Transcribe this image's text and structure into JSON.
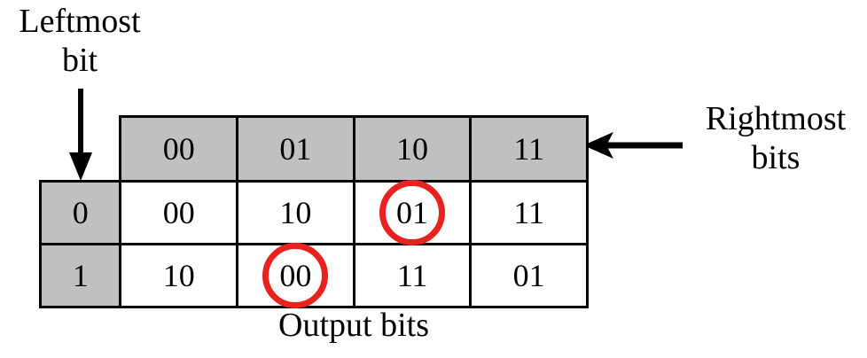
{
  "figure": {
    "title_bottom": "Output bits",
    "annotations": {
      "leftmost": {
        "line1": "Leftmost",
        "line2": "bit"
      },
      "rightmost": {
        "line1": "Rightmost",
        "line2": "bits"
      }
    },
    "icons": {
      "arrow_down": "arrow-down-icon",
      "arrow_left": "arrow-left-icon"
    },
    "colors": {
      "header_fill": "#c0c0c0",
      "cell_fill": "#ffffff",
      "border": "#000000",
      "highlight": "#e8221e",
      "text": "#000000"
    }
  },
  "table": {
    "corner_label": "",
    "column_headers": [
      "00",
      "01",
      "10",
      "11"
    ],
    "rows": [
      {
        "header": "0",
        "cells": [
          {
            "value": "00",
            "circled": false
          },
          {
            "value": "10",
            "circled": false
          },
          {
            "value": "01",
            "circled": true
          },
          {
            "value": "11",
            "circled": false
          }
        ]
      },
      {
        "header": "1",
        "cells": [
          {
            "value": "10",
            "circled": false
          },
          {
            "value": "00",
            "circled": true
          },
          {
            "value": "11",
            "circled": false
          },
          {
            "value": "01",
            "circled": false
          }
        ]
      }
    ]
  }
}
